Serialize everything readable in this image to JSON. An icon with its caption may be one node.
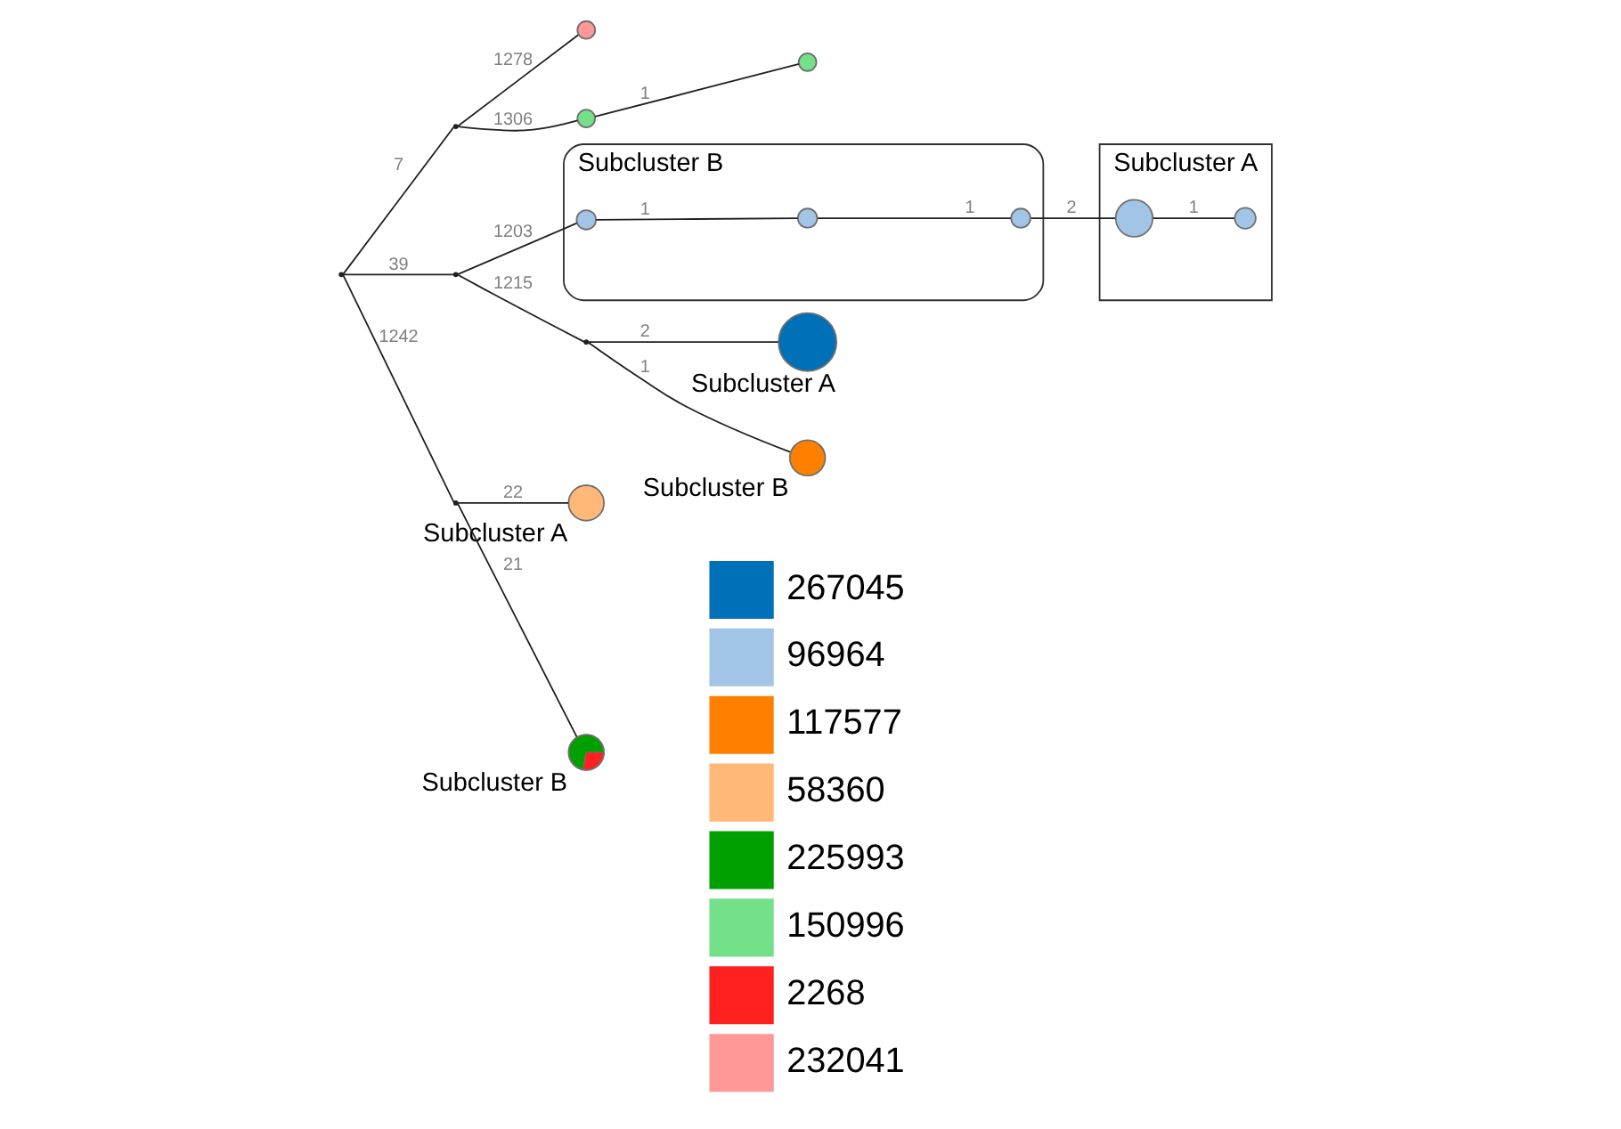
{
  "diagram": {
    "nodes": [
      {
        "text": [
          "Subcluster A"
        ]
      },
      {
        "text": [],
        "shape": "circle",
        "in": 0
      },
      {
        "text": [],
        "shape": "circle",
        "in": 0
      },
      {
        "text": [],
        "shape": "circle"
      },
      {
        "text": [
          "Subcluster B"
        ]
      },
      {
        "text": [],
        "shape": "circle",
        "in": 4
      },
      {
        "text": [],
        "shape": "circle",
        "in": 4
      },
      {
        "text": [],
        "shape": "circle"
      },
      {
        "text": [],
        "shape": "circle"
      },
      {
        "text": [],
        "shape": "circle",
        "in": 4
      },
      {
        "text": [],
        "shape": "point"
      },
      {
        "text": [],
        "shape": "point"
      },
      {
        "text": [],
        "shape": "point"
      },
      {
        "text": [],
        "shape": "point"
      },
      {
        "text": [],
        "shape": "circle",
        "beside": [
          "Subcluster B"
        ]
      },
      {
        "text": [],
        "shape": "point"
      },
      {
        "text": [],
        "shape": "circle",
        "beside": [
          "Subcluster A"
        ]
      },
      {
        "text": [],
        "shape": "circle",
        "beside": [
          "Subcluster A"
        ]
      },
      {
        "text": [],
        "shape": "circle",
        "beside": [
          "Subcluster B"
        ]
      }
    ],
    "edges": [
      {
        "from": 11,
        "to": 12,
        "arrow": "none",
        "label": "39"
      },
      {
        "from": 11,
        "to": 10,
        "arrow": "none",
        "label": "7"
      },
      {
        "from": 10,
        "to": 3,
        "arrow": "none",
        "label": "1278"
      },
      {
        "from": 10,
        "to": 8,
        "arrow": "none",
        "label": "1306"
      },
      {
        "from": 8,
        "to": 7,
        "arrow": "none",
        "label": "1"
      },
      {
        "from": 11,
        "to": 15,
        "arrow": "none",
        "label": "1242"
      },
      {
        "from": 15,
        "to": 16,
        "arrow": "none",
        "label": "22"
      },
      {
        "from": 15,
        "to": 18,
        "arrow": "none",
        "label": "21"
      },
      {
        "from": 12,
        "to": 13,
        "arrow": "none",
        "label": "1215"
      },
      {
        "from": 13,
        "to": 14,
        "arrow": "none",
        "label": "1"
      },
      {
        "from": 13,
        "to": 17,
        "arrow": "none",
        "label": "2"
      },
      {
        "from": 12,
        "to": 5,
        "arrow": "none",
        "label": "1203"
      },
      {
        "from": 5,
        "to": 6,
        "arrow": "none",
        "label": "1"
      },
      {
        "from": 6,
        "to": 9,
        "arrow": "none",
        "label": "1"
      },
      {
        "from": 9,
        "to": 1,
        "arrow": "none",
        "label": "2"
      },
      {
        "from": 1,
        "to": 2,
        "arrow": "none",
        "label": "1"
      }
    ],
    "legend": [
      {
        "text": "267045",
        "color": "#0070b8"
      },
      {
        "text": "96964",
        "color": "#a2c4e6"
      },
      {
        "text": "117577",
        "color": "#ff7f00"
      },
      {
        "text": "58360",
        "color": "#ffb878"
      },
      {
        "text": "225993",
        "color": "#00a000"
      },
      {
        "text": "150996",
        "color": "#74e08a"
      },
      {
        "text": "2268",
        "color": "#ff2020"
      },
      {
        "text": "232041",
        "color": "#ff9896"
      }
    ]
  }
}
